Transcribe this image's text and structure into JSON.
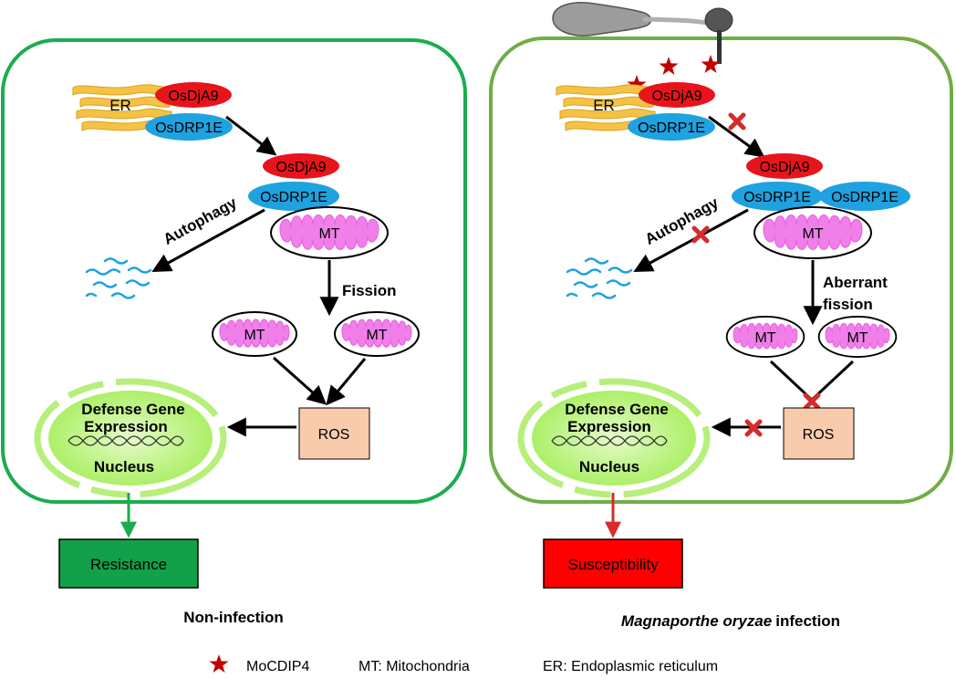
{
  "panels": [
    {
      "er": "ER",
      "djA9_top": "OsDjA9",
      "drp1e_top": "OsDRP1E",
      "djA9_mid": "OsDjA9",
      "drp1e_mid": "OsDRP1E",
      "drp1e_extra": "",
      "autophagy": "Autophagy",
      "mt_top": "MT",
      "fission_1": "Fission",
      "fission_2": "",
      "mt_left": "MT",
      "mt_right": "MT",
      "ros": "ROS",
      "defense_1": "Defense Gene",
      "defense_2": "Expression",
      "nucleus": "Nucleus",
      "outcome": "Resistance",
      "caption": "Non-infection",
      "caption_italic": "",
      "blocked": false
    },
    {
      "er": "ER",
      "djA9_top": "OsDjA9",
      "drp1e_top": "OsDRP1E",
      "djA9_mid": "OsDjA9",
      "drp1e_mid": "OsDRP1E",
      "drp1e_extra": "OsDRP1E",
      "autophagy": "Autophagy",
      "mt_top": "MT",
      "fission_1": "Aberrant",
      "fission_2": "fission",
      "mt_left": "MT",
      "mt_right": "MT",
      "ros": "ROS",
      "defense_1": "Defense Gene",
      "defense_2": "Expression",
      "nucleus": "Nucleus",
      "outcome": "Susceptibility",
      "caption": "infection",
      "caption_italic": "Magnaporthe oryzae",
      "blocked": true
    }
  ],
  "legend": {
    "star_label": "MoCDIP4",
    "mt_label": "MT: Mitochondria",
    "er_label": "ER: Endoplasmic reticulum"
  },
  "colors": {
    "cell_border_left": "#1aad4f",
    "cell_border_right": "#70ad47",
    "djA9": "#e8141b",
    "drp1e": "#1fa2e0",
    "er": "#f5c246",
    "mt": "#f07fe9",
    "ros": "#f8cbad",
    "resistance": "#12a14a",
    "susceptibility": "#ff0000",
    "nucleus": "#c9f59b",
    "star": "#c00000",
    "arrow_left": "#1aad4f",
    "arrow_right": "#d62b2b"
  }
}
